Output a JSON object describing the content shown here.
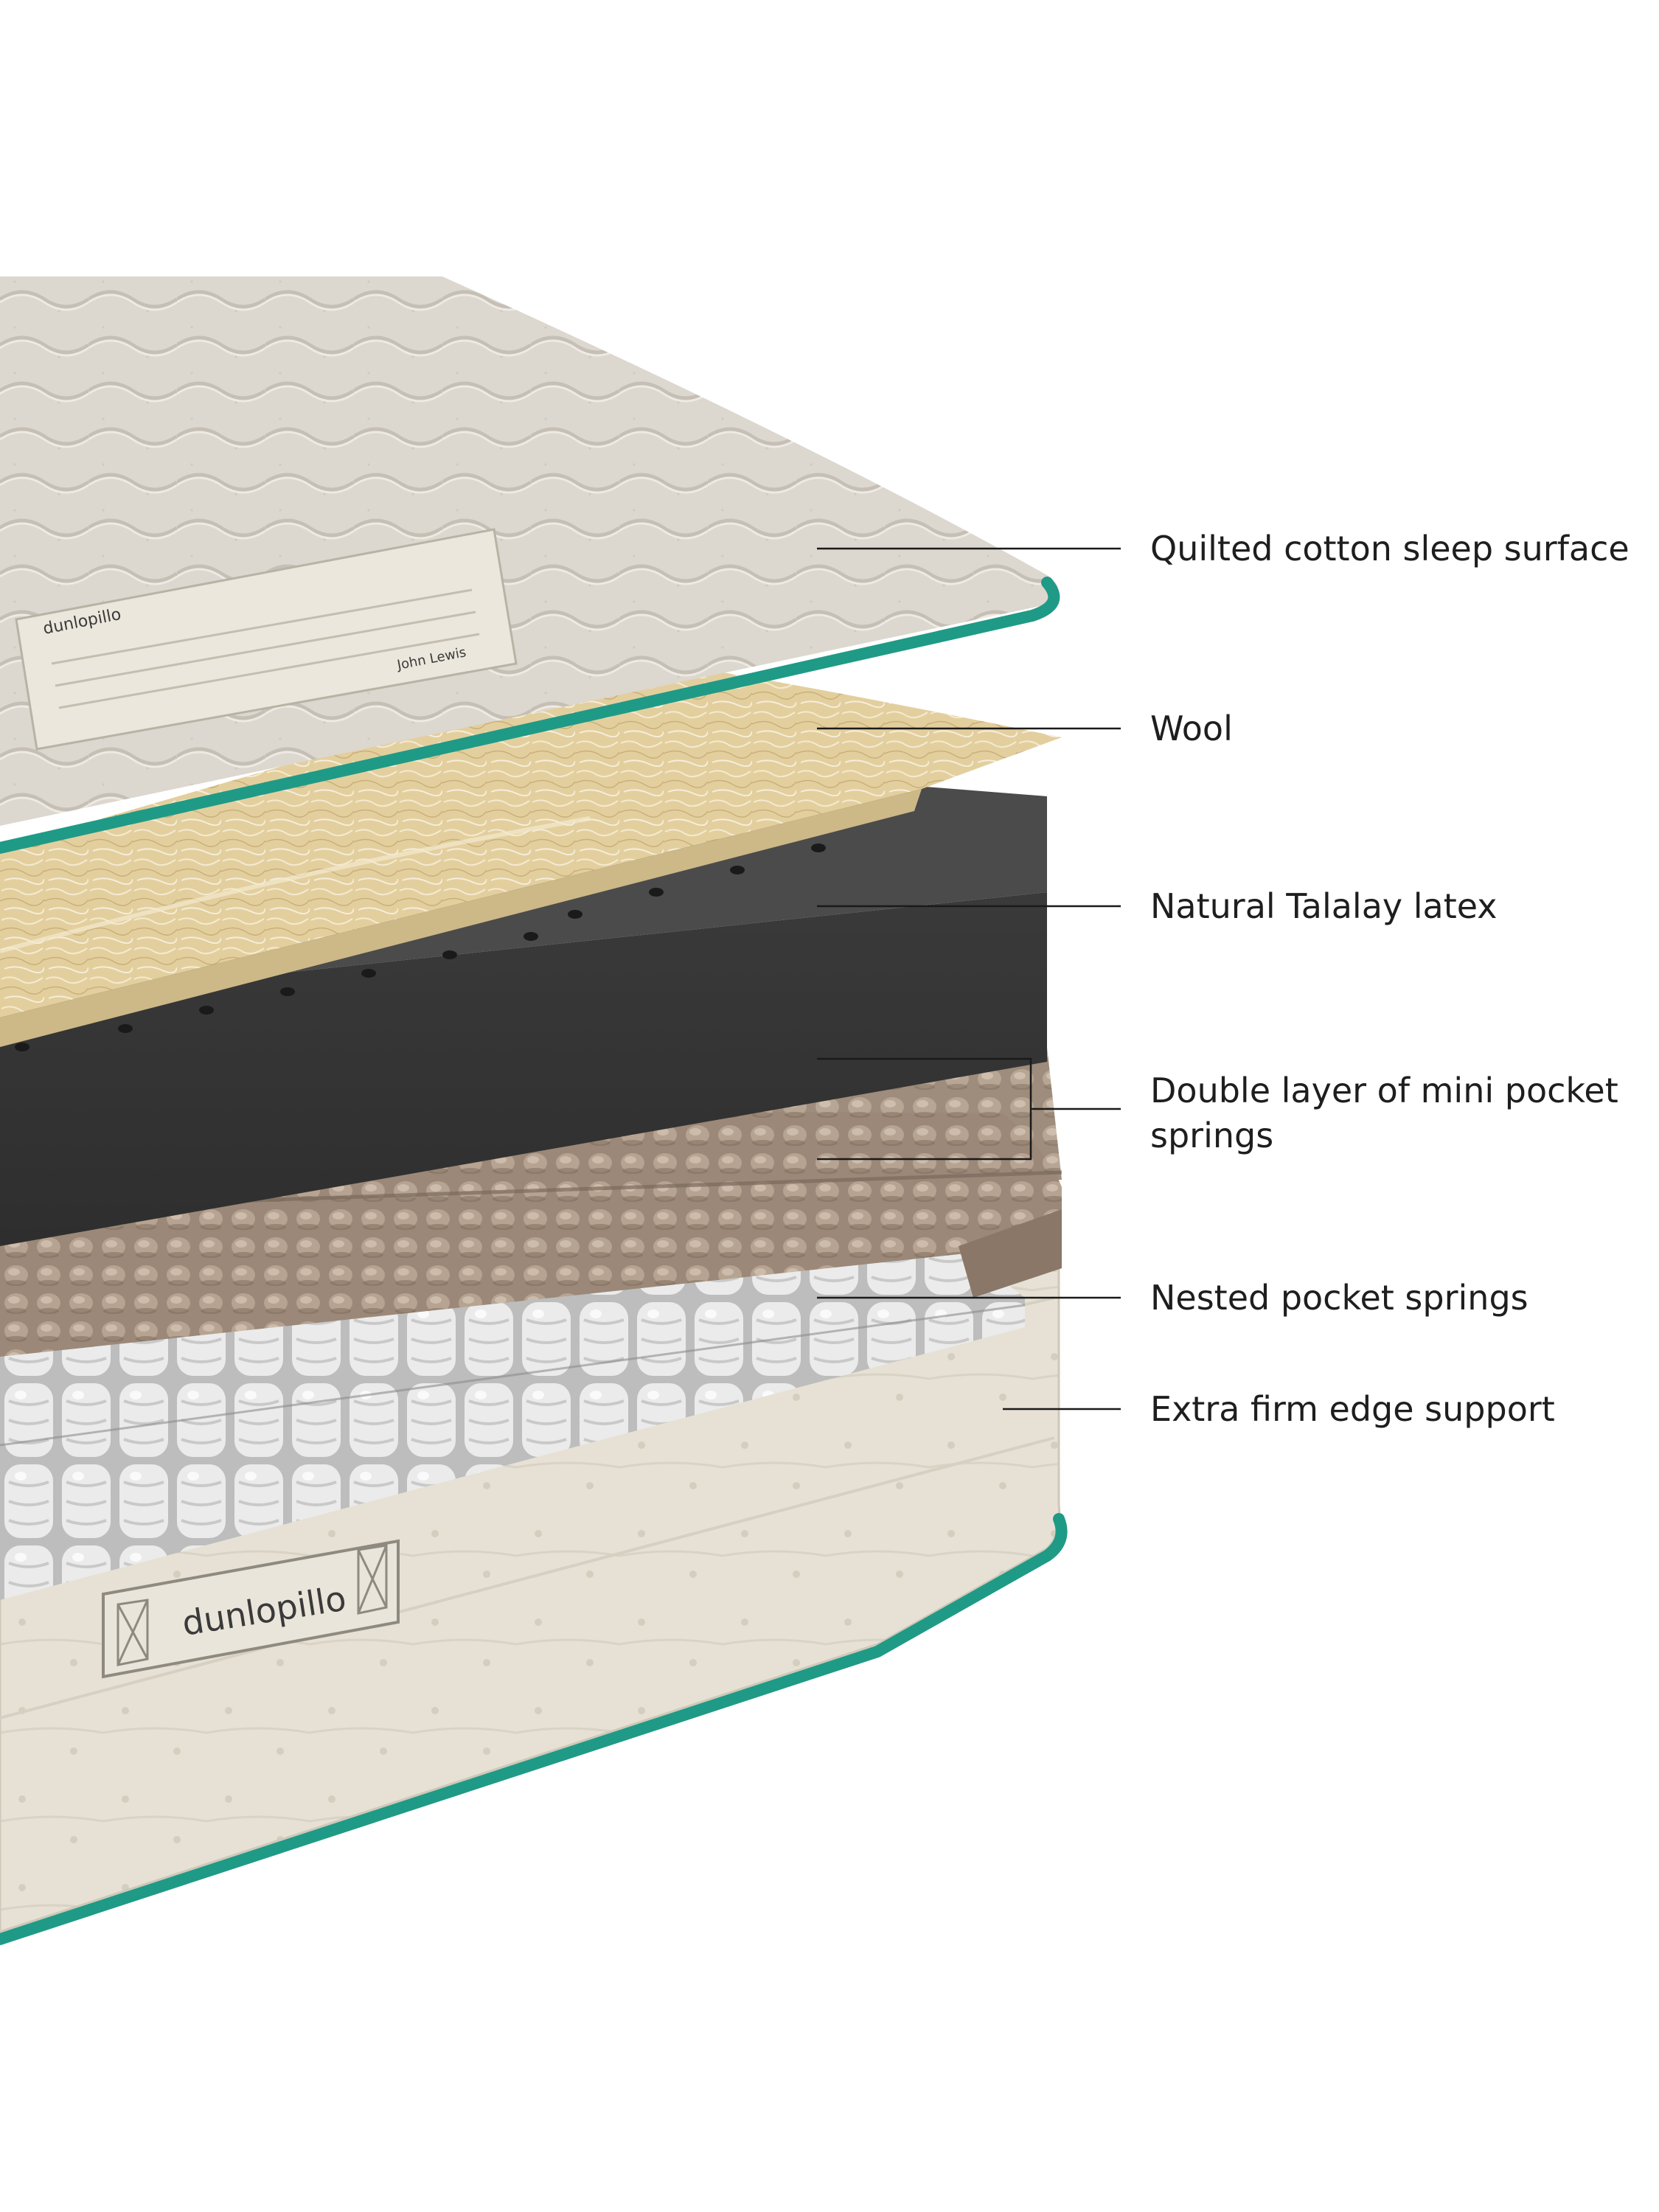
{
  "callouts": {
    "quilted": "Quilted cotton sleep surface",
    "wool": "Wool",
    "latex": "Natural Talalay latex",
    "mini_springs_line1": "Double layer of mini pocket",
    "mini_springs_line2": "springs",
    "nested": "Nested pocket springs",
    "edge": "Extra firm edge support"
  },
  "branding": {
    "front_logo": "dunlopillo",
    "top_label_brand": "dunlopillo",
    "top_label_retailer": "John Lewis"
  },
  "colors": {
    "piping_teal": "#1f9a86",
    "quilt_cover": "#dcd7cf",
    "wool": "#e3cf9e",
    "latex": "#4b4b4b",
    "mini_springs": "#9b8878",
    "nested_springs": "#ececec",
    "border_fabric": "#e6e1d4"
  }
}
